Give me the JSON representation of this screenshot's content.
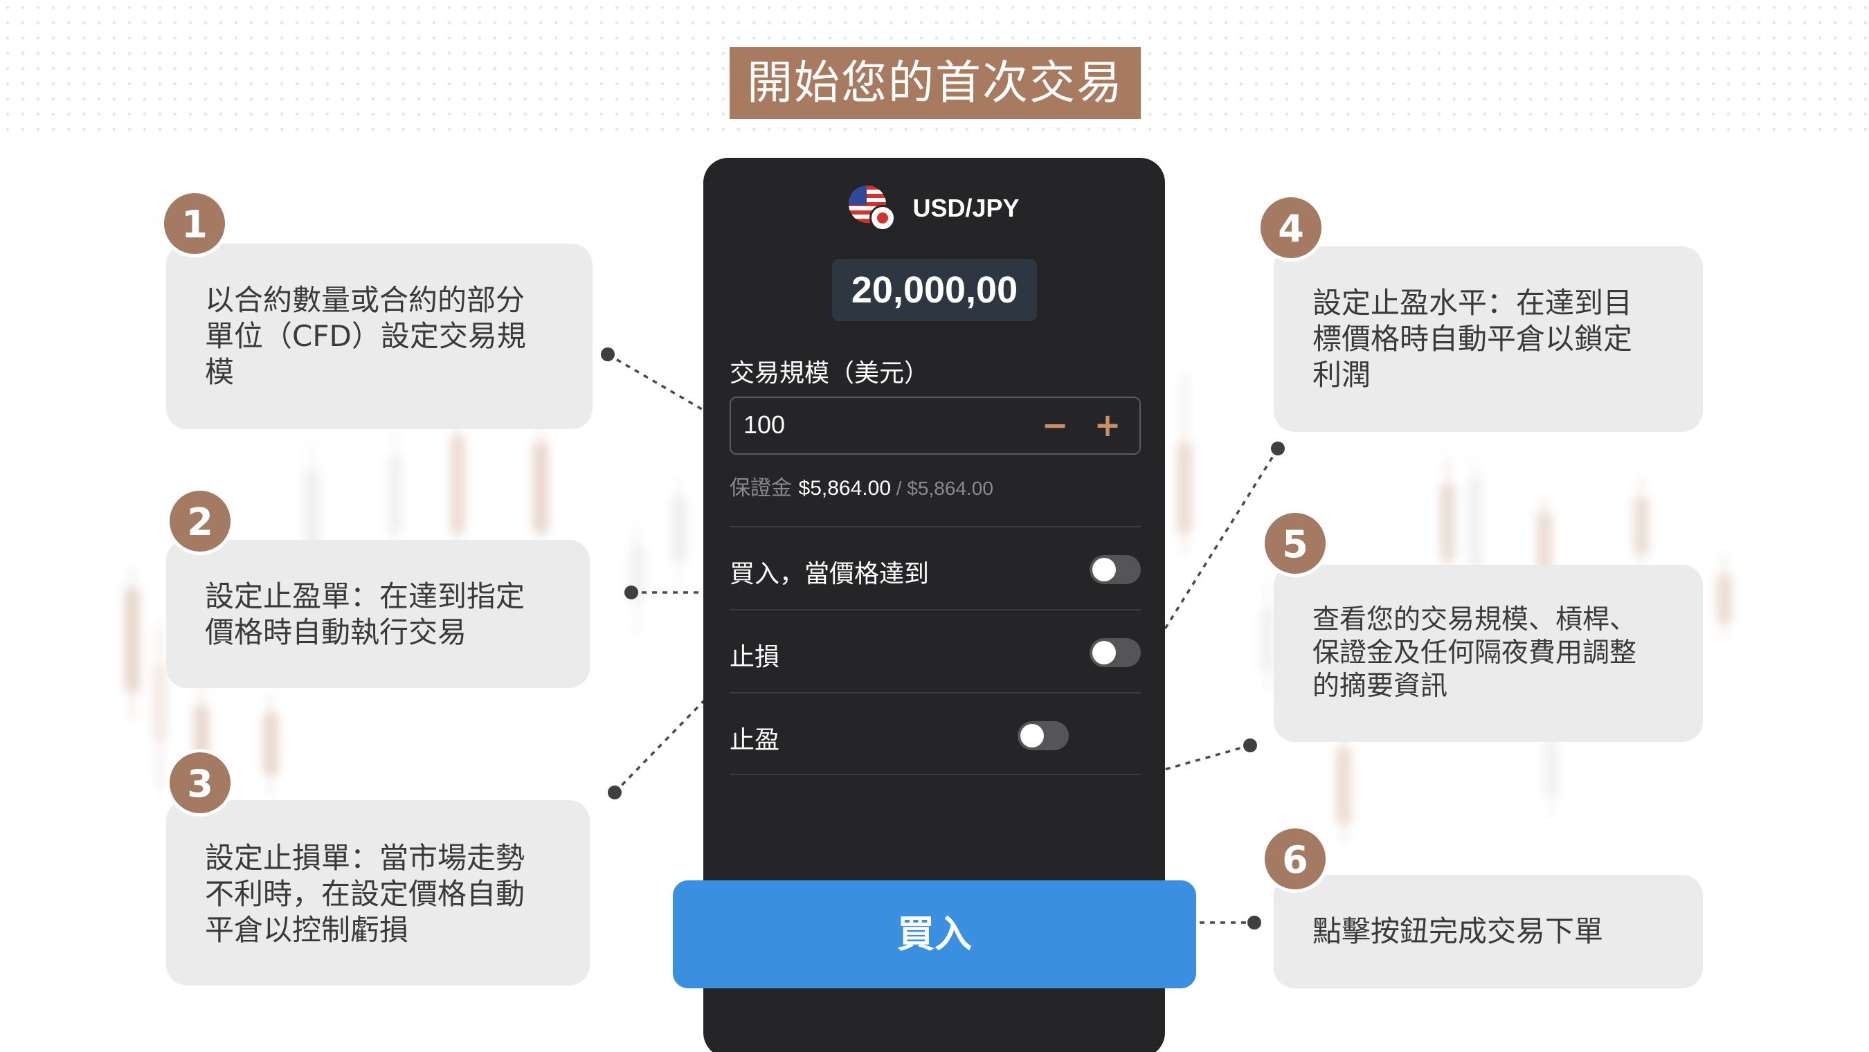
{
  "title": "開始您的首次交易",
  "phone": {
    "pair": "USD/JPY",
    "amount": "20,000,00",
    "size_label": "交易規模（美元）",
    "size_value": "100",
    "minus": "−",
    "plus": "+",
    "margin_label": "保證金",
    "margin_value": "$5,864.00",
    "margin_sep": " / ",
    "margin_max": "$5,864.00",
    "rows": [
      {
        "label": "買入，當價格達到",
        "enabled": false
      },
      {
        "label": "止損",
        "enabled": false
      },
      {
        "label": "止盈",
        "enabled": false
      }
    ]
  },
  "buy_button": "買入",
  "callouts": [
    {
      "number": "1",
      "lines": [
        "以合約數量或合約的部分",
        "單位（CFD）設定交易規",
        "模"
      ]
    },
    {
      "number": "2",
      "lines": [
        "設定止盈單：在達到指定",
        "價格時自動執行交易"
      ]
    },
    {
      "number": "3",
      "lines": [
        "設定止損單：當市場走勢",
        "不利時，在設定價格自動",
        "平倉以控制虧損"
      ]
    },
    {
      "number": "4",
      "lines": [
        "設定止盈水平：在達到目",
        "標價格時自動平倉以鎖定",
        "利潤"
      ]
    },
    {
      "number": "5",
      "lines": [
        "查看您的交易規模、槓桿、",
        "保證金及任何隔夜費用調整",
        "的摘要資訊"
      ]
    },
    {
      "number": "6",
      "lines": [
        "點擊按鈕完成交易下單"
      ]
    }
  ],
  "colors": {
    "accent_brown": "#a87a5f",
    "phone_bg": "#252527",
    "buy_blue": "#3a8fe0",
    "card_bg": "#ebebeb"
  }
}
